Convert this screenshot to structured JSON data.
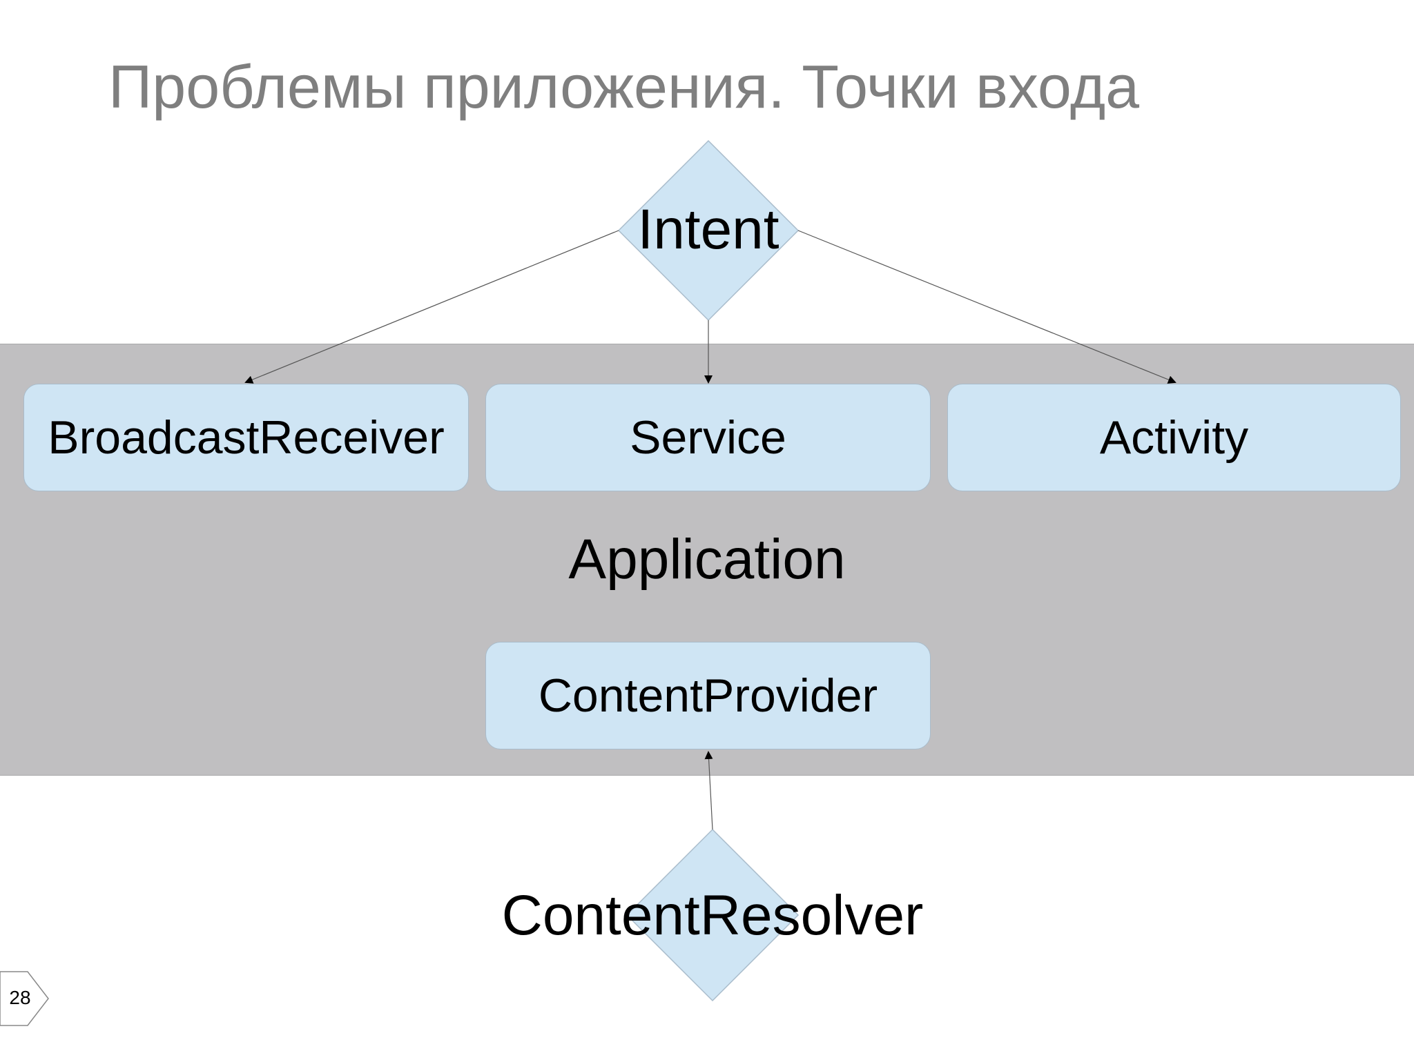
{
  "slide": {
    "title": "Проблемы приложения. Точки входа",
    "page_number": "28"
  },
  "diagram": {
    "container_label": "Application",
    "entry_points": {
      "intent": "Intent",
      "content_resolver": "ContentResolver"
    },
    "components": {
      "broadcast_receiver": "BroadcastReceiver",
      "service": "Service",
      "activity": "Activity",
      "content_provider": "ContentProvider"
    },
    "edges": [
      {
        "from": "Intent",
        "to": "BroadcastReceiver"
      },
      {
        "from": "Intent",
        "to": "Service"
      },
      {
        "from": "Intent",
        "to": "Activity"
      },
      {
        "from": "ContentResolver",
        "to": "ContentProvider"
      }
    ],
    "colors": {
      "node_fill": "#cfe5f4",
      "container_fill": "#c0bfc1",
      "title_color": "#7f7f7f"
    }
  }
}
